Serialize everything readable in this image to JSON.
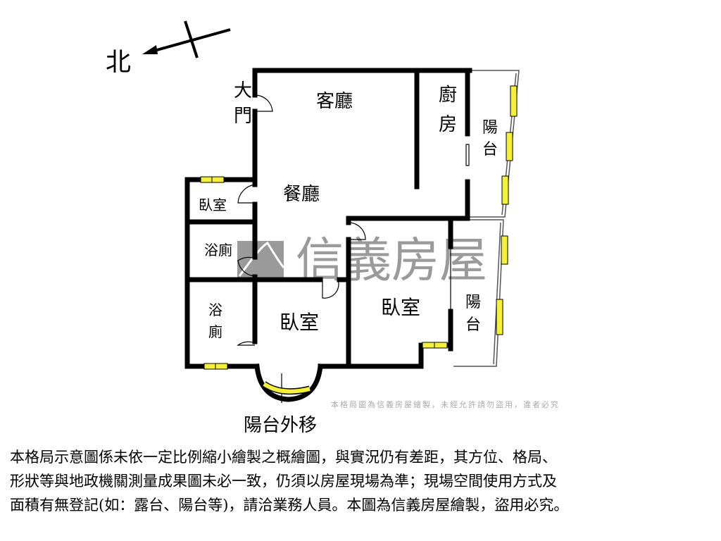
{
  "compass": {
    "north_label": "北"
  },
  "rooms": {
    "main_door": [
      "大",
      "門"
    ],
    "living_room": "客廳",
    "dining_room": "餐廳",
    "kitchen": [
      "廚",
      "房"
    ],
    "balcony_kitchen": [
      "陽",
      "台"
    ],
    "bedroom_small": "臥室",
    "bathroom_1": "浴廁",
    "bathroom_2": [
      "浴",
      "廁"
    ],
    "bedroom_center": "臥室",
    "bedroom_right": "臥室",
    "balcony_right": [
      "陽",
      "台"
    ],
    "balcony_moved_out": "陽台外移"
  },
  "watermark": {
    "brand": "信義房屋",
    "notice": "本格局圖為信義房屋繪製，未經允許請勿盜用，違者必究"
  },
  "disclaimer": [
    "本格局示意圖係未依一定比例縮小繪製之概繪圖，與實況仍有差距，其方位、格局、",
    "形狀等與地政機關測量成果圖未必一致，仍須以房屋現場為準；現場空間使用方式及",
    "面積有無登記(如：露台、陽台等)，請洽業務人員。本圖為信義房屋繪製，盜用必究。"
  ],
  "colors": {
    "wall": "#000000",
    "window": "#f5f03a",
    "watermark": "#9a9a9a"
  }
}
